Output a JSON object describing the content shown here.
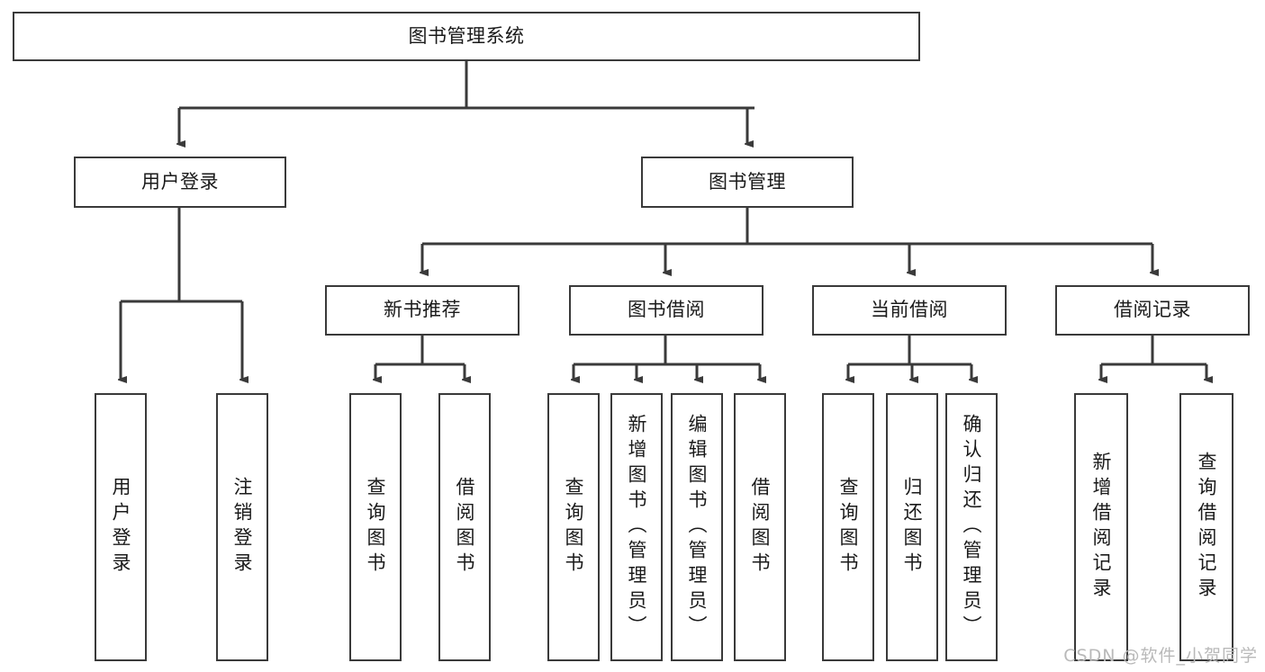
{
  "diagram": {
    "title": "图书管理系统",
    "type": "tree",
    "root": {
      "label": "图书管理系统"
    },
    "level2": [
      {
        "label": "用户登录"
      },
      {
        "label": "图书管理"
      }
    ],
    "level3": [
      {
        "label": "新书推荐",
        "parent": "图书管理"
      },
      {
        "label": "图书借阅",
        "parent": "图书管理"
      },
      {
        "label": "当前借阅",
        "parent": "图书管理"
      },
      {
        "label": "借阅记录",
        "parent": "图书管理"
      }
    ],
    "leaves": [
      {
        "label": "用户登录",
        "parent": "用户登录"
      },
      {
        "label": "注销登录",
        "parent": "用户登录"
      },
      {
        "label": "查询图书",
        "parent": "新书推荐"
      },
      {
        "label": "借阅图书",
        "parent": "新书推荐"
      },
      {
        "label": "查询图书",
        "parent": "图书借阅"
      },
      {
        "label": "新增图书（管理员）",
        "parent": "图书借阅"
      },
      {
        "label": "编辑图书（管理员）",
        "parent": "图书借阅"
      },
      {
        "label": "借阅图书",
        "parent": "图书借阅"
      },
      {
        "label": "查询图书",
        "parent": "当前借阅"
      },
      {
        "label": "归还图书",
        "parent": "当前借阅"
      },
      {
        "label": "确认归还（管理员）",
        "parent": "当前借阅"
      },
      {
        "label": "新增借阅记录",
        "parent": "借阅记录"
      },
      {
        "label": "查询借阅记录",
        "parent": "借阅记录"
      }
    ],
    "colors": {
      "stroke": "#3a3a3a",
      "fill": "#ffffff",
      "text": "#1a1a1a",
      "watermark": "#b9b9b9"
    }
  },
  "watermark": {
    "text": "CSDN @软件_小贺同学"
  }
}
